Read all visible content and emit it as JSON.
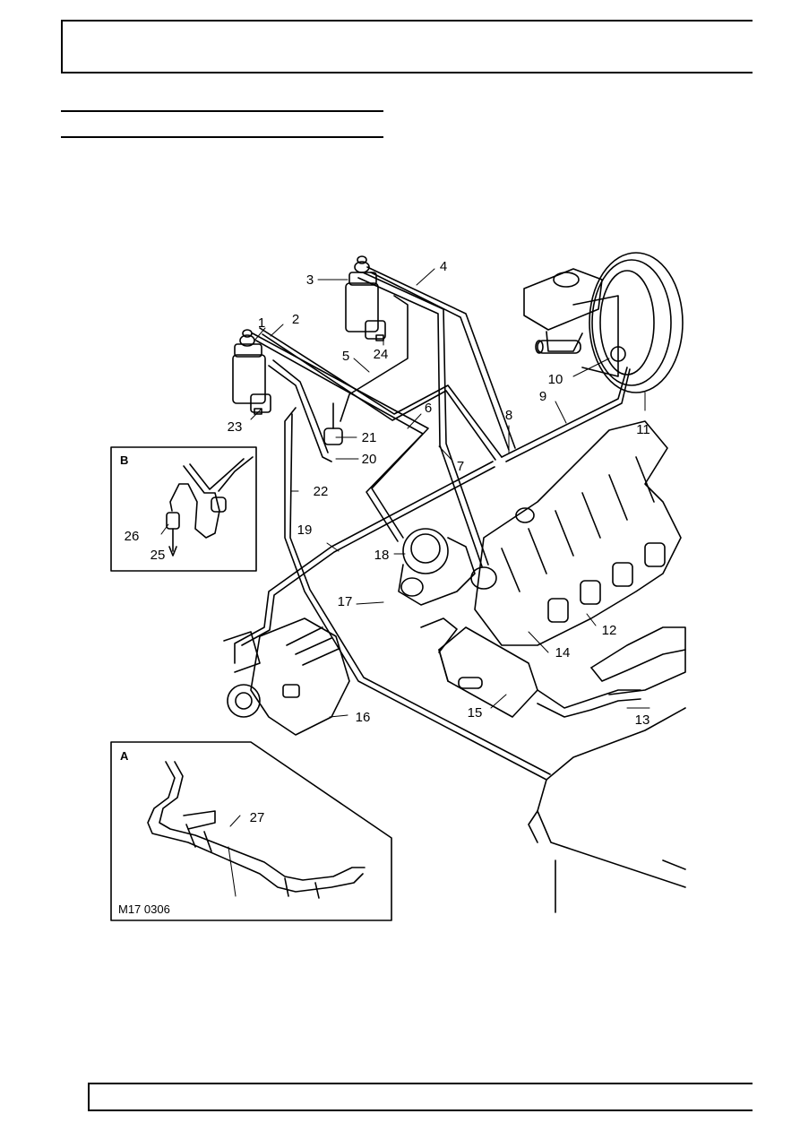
{
  "figure": {
    "reference": "M17 0306",
    "callouts": [
      "1",
      "2",
      "3",
      "4",
      "5",
      "6",
      "7",
      "8",
      "9",
      "10",
      "11",
      "12",
      "13",
      "14",
      "15",
      "16",
      "17",
      "18",
      "19",
      "20",
      "21",
      "22",
      "23",
      "24",
      "25",
      "26",
      "27"
    ],
    "insets": {
      "a": "A",
      "b": "B"
    }
  }
}
